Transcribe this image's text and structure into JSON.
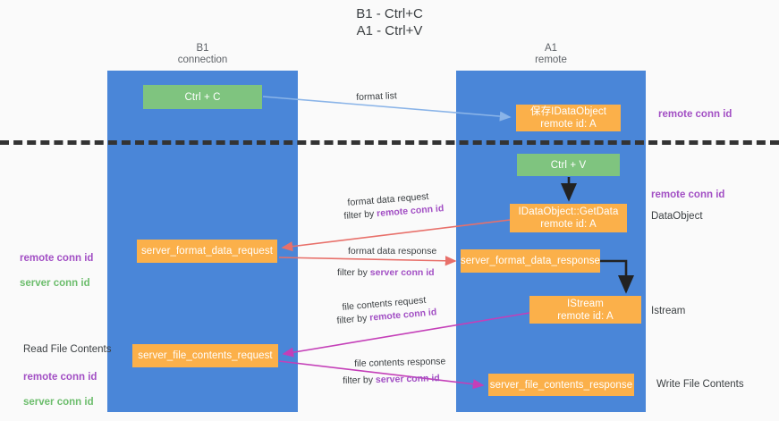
{
  "title": "B1 - Ctrl+C\nA1 - Ctrl+V",
  "columns": {
    "left": {
      "name": "B1",
      "role": "connection",
      "label": "B1\nconnection"
    },
    "right": {
      "name": "A1",
      "role": "remote",
      "label": "A1\nremote"
    }
  },
  "colors": {
    "lane": "#4a86d8",
    "green_box": "#7fc47f",
    "orange_box": "#fbb04a",
    "remote_conn_id": "#a24fc4",
    "server_conn_id": "#6cbd6c",
    "arrow_format_list": "#8ab4e8",
    "arrow_format_data": "#e8706a",
    "arrow_file_contents": "#c43fb8",
    "arrow_internal": "#222222",
    "divider": "#333333",
    "background": "#fafafa",
    "text": "#3c4043"
  },
  "boxes": {
    "ctrl_c": "Ctrl + C",
    "save_dataobject": "保存IDataObject\nremote id: A",
    "ctrl_v": "Ctrl + V",
    "getdata": "IDataObject::GetData\nremote id: A",
    "server_format_data_request": "server_format_data_request",
    "server_format_data_response": "server_format_data_response",
    "istream": "IStream\nremote id: A",
    "server_file_contents_request": "server_file_contents_request",
    "server_file_contents_response": "server_file_contents_response"
  },
  "right_annotations": {
    "remote_conn_id_top": "remote conn id",
    "remote_conn_id_mid": "remote conn id",
    "dataobject": "DataObject",
    "istream": "Istream",
    "write_file_contents": "Write File Contents"
  },
  "left_annotations": {
    "remote_conn_id_1": "remote conn id",
    "server_conn_id_1": "server conn id",
    "read_file_contents": "Read File Contents",
    "remote_conn_id_2": "remote conn id",
    "server_conn_id_2": "server conn id"
  },
  "edge_labels": {
    "format_list": "format list",
    "format_data_request": "format data request",
    "format_data_request_filter_prefix": "filter by ",
    "format_data_request_filter_key": "remote conn id",
    "format_data_response": "format data response",
    "format_data_response_filter_prefix": "filter by ",
    "format_data_response_filter_key": "server conn id",
    "file_contents_request": "file contents request",
    "file_contents_request_filter_prefix": "filter by ",
    "file_contents_request_filter_key": "remote conn id",
    "file_contents_response": "file contents response",
    "file_contents_response_filter_prefix": "filter by ",
    "file_contents_response_filter_key": "server conn id"
  }
}
